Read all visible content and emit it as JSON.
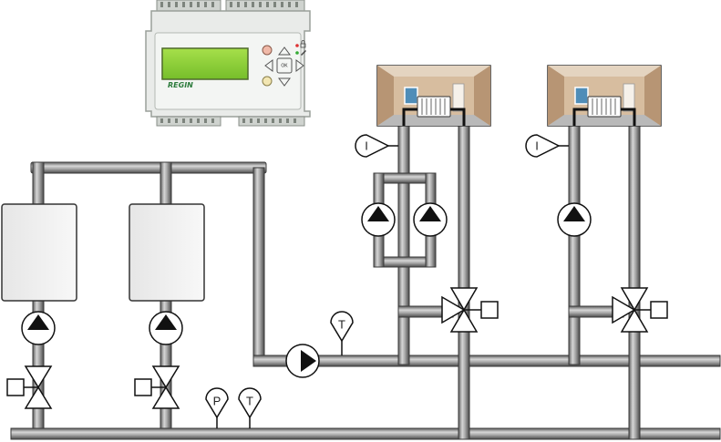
{
  "controller": {
    "brand": "REGIN",
    "ok_label": "OK",
    "display_color": "#8fd43a",
    "housing_color": "#e9ebe9"
  },
  "sensors": {
    "pressure_label": "P",
    "temperature_label": "T",
    "indoor_label": "I"
  },
  "colors": {
    "pipe": "#9a9a9a",
    "pipe_outline": "#3a3a3a",
    "room_wall": "#c9a988",
    "room_floor": "#b9b9b9",
    "window": "#4f8db8"
  },
  "icons": [
    "regin-controller",
    "boiler",
    "circulation-pump-icon",
    "shutoff-valve-icon",
    "three-way-valve-icon",
    "actuator-icon",
    "room-radiator-icon",
    "pressure-sensor-icon",
    "temperature-sensor-icon",
    "indoor-sensor-icon"
  ]
}
